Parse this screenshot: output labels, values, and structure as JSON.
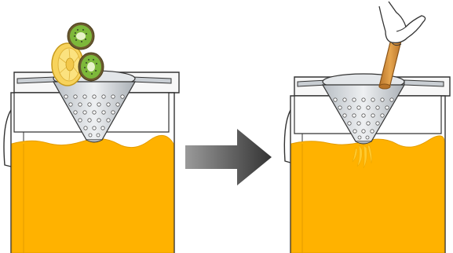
{
  "illustration": {
    "panels": [
      {
        "id": "before",
        "content": [
          "container",
          "juice",
          "conical-strainer",
          "kiwi-slice",
          "kiwi-slice",
          "pineapple-slice"
        ]
      },
      {
        "id": "after",
        "content": [
          "container",
          "juice",
          "conical-strainer",
          "wooden-pestle",
          "hand",
          "juice-drip"
        ]
      }
    ],
    "transition": "arrow-right"
  },
  "colors": {
    "juice": "#FFB200",
    "juice_light": "#FFC92E",
    "metal": "#D9DDE2",
    "metal_dark": "#8E959C",
    "kiwi_flesh": "#7DB83A",
    "kiwi_skin": "#6B5A2E",
    "pineapple": "#F7D35C",
    "pestle": "#D6923C",
    "arrow": "#444444",
    "outline": "#333333"
  }
}
